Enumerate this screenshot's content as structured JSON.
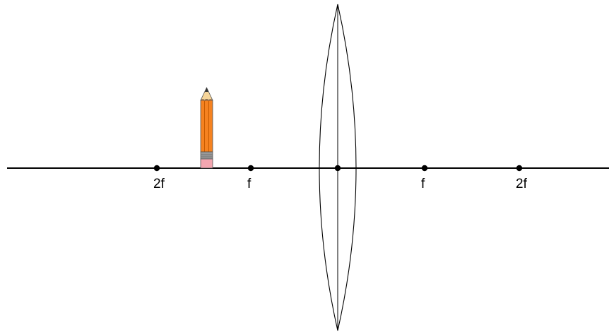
{
  "diagram": {
    "labels": {
      "left_2f": "2f",
      "left_f": "f",
      "right_f": "f",
      "right_2f": "2f"
    },
    "lens": {
      "type": "converging (biconvex)"
    },
    "object": {
      "type": "pencil",
      "position_between": "2f and f"
    },
    "colors": {
      "axis": "#000000",
      "lens_outline": "#000000",
      "pencil_body": "#f58220",
      "pencil_stripe": "#c65a00",
      "pencil_tip_wood": "#f6d59a",
      "pencil_ferrule": "#9a9a9a",
      "pencil_eraser": "#f4a6b0"
    }
  }
}
